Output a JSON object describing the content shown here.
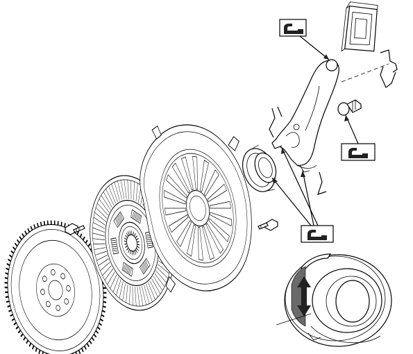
{
  "title": "",
  "colors": {
    "line": "#000000",
    "background": "#ffffff",
    "shade": "#6a6a6a"
  },
  "parts": [
    {
      "id": "flywheel",
      "icon": "flywheel-icon"
    },
    {
      "id": "flywheel-bolt",
      "icon": "bolt-icon"
    },
    {
      "id": "clutch-disc",
      "icon": "clutch-disc-icon"
    },
    {
      "id": "pressure-plate",
      "icon": "pressure-plate-icon"
    },
    {
      "id": "pressure-plate-bolt",
      "icon": "bolt-icon"
    },
    {
      "id": "release-bearing",
      "icon": "release-bearing-icon"
    },
    {
      "id": "release-fork",
      "icon": "release-fork-icon"
    },
    {
      "id": "fork-boot",
      "icon": "boot-icon"
    },
    {
      "id": "pivot-bolt",
      "icon": "pivot-bolt-icon"
    },
    {
      "id": "spring-clips",
      "icon": "spring-clip-icon"
    },
    {
      "id": "bearing-detail",
      "icon": "bearing-detail-icon"
    }
  ],
  "grease_callouts": [
    {
      "id": "grease-fork-tip",
      "icon": "grease-tube-icon"
    },
    {
      "id": "grease-pivot",
      "icon": "grease-tube-icon"
    },
    {
      "id": "grease-bearing",
      "icon": "grease-tube-icon"
    }
  ],
  "detail_arrow": {
    "icon": "double-arrow-icon",
    "direction": "vertical"
  }
}
